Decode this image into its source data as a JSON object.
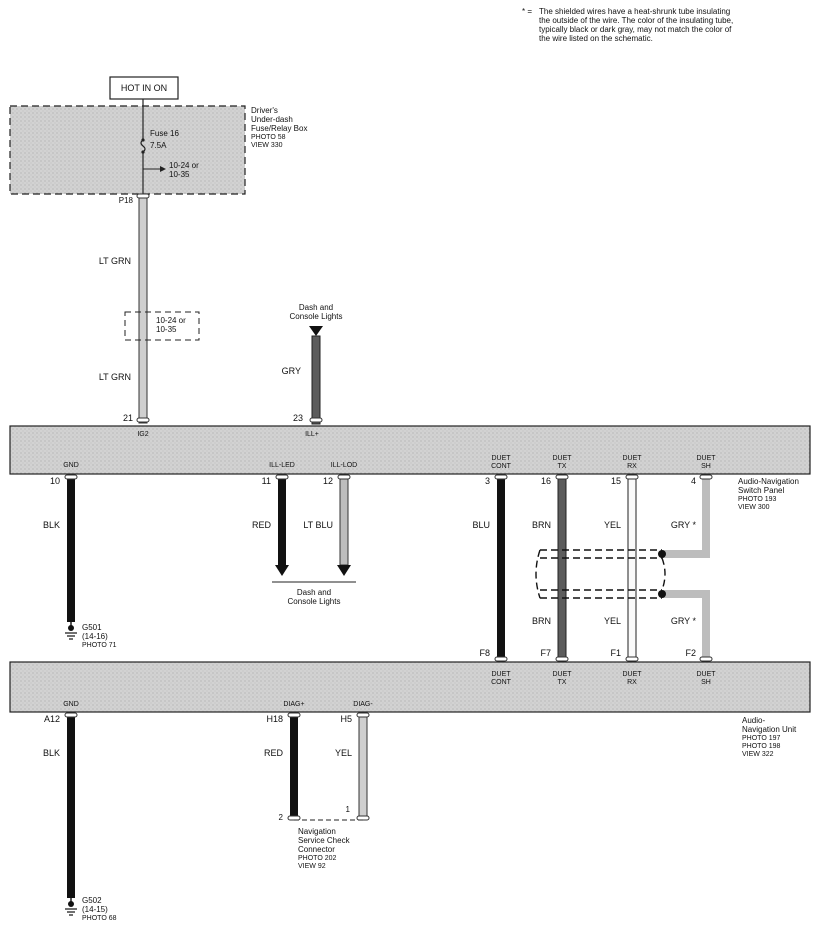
{
  "note": {
    "marker": "* =",
    "lines": [
      "The shielded wires have a heat-shrunk tube insulating",
      "the outside of the wire. The color of the insulating tube,",
      "typically black or dark gray, may not match the color of",
      "the wire listed on the schematic."
    ]
  },
  "power_source": {
    "label": "HOT IN ON"
  },
  "fuse_box": {
    "name_lines": [
      "Driver's",
      "Under-dash",
      "Fuse/Relay Box"
    ],
    "photo": "PHOTO 58",
    "view": "VIEW 330",
    "fuse_name": "Fuse 16",
    "fuse_rating": "7.5A",
    "branch_lines": [
      "10-24 or",
      "10-35"
    ],
    "terminal": "P18"
  },
  "ig_wire": {
    "color_upper": "LT GRN",
    "color_lower": "LT GRN",
    "splice_lines": [
      "10-24 or",
      "10-35"
    ]
  },
  "dash_lights_top": {
    "name_lines": [
      "Dash and",
      "Console Lights"
    ],
    "wire_color": "GRY"
  },
  "switch_panel": {
    "name_lines": [
      "Audio-Navigation",
      "Switch Panel"
    ],
    "photo": "PHOTO 193",
    "view": "VIEW 300",
    "top_pins": [
      {
        "pin": "21",
        "label": "IG2"
      },
      {
        "pin": "23",
        "label": "ILL+"
      }
    ],
    "bottom_pins": [
      {
        "pin": "10",
        "label_lines": [
          "GND"
        ],
        "color": "BLK"
      },
      {
        "pin": "11",
        "label_lines": [
          "ILL-LED"
        ],
        "color": "RED"
      },
      {
        "pin": "12",
        "label_lines": [
          "ILL-LOD"
        ],
        "color": "LT BLU"
      },
      {
        "pin": "3",
        "label_lines": [
          "DUET",
          "CONT"
        ],
        "color": "BLU"
      },
      {
        "pin": "16",
        "label_lines": [
          "DUET",
          "TX"
        ],
        "color": "BRN"
      },
      {
        "pin": "15",
        "label_lines": [
          "DUET",
          "RX"
        ],
        "color": "YEL"
      },
      {
        "pin": "4",
        "label_lines": [
          "DUET",
          "SH"
        ],
        "color": "GRY *"
      }
    ]
  },
  "dash_lights_bottom": {
    "name_lines": [
      "Dash and",
      "Console Lights"
    ]
  },
  "ground_g501": {
    "name": "G501",
    "range": "(14-16)",
    "photo": "PHOTO 71"
  },
  "nav_unit": {
    "name_lines": [
      "Audio-",
      "Navigation Unit"
    ],
    "photos": [
      "PHOTO 197",
      "PHOTO 198"
    ],
    "view": "VIEW 322",
    "top_pins": [
      {
        "pin": "F8",
        "label_lines": [
          "DUET",
          "CONT"
        ]
      },
      {
        "pin": "F7",
        "label_lines": [
          "DUET",
          "TX"
        ],
        "color": "BRN"
      },
      {
        "pin": "F1",
        "label_lines": [
          "DUET",
          "RX"
        ],
        "color": "YEL"
      },
      {
        "pin": "F2",
        "label_lines": [
          "DUET",
          "SH"
        ],
        "color": "GRY *"
      }
    ],
    "bottom_pins": [
      {
        "pin": "A12",
        "label": "GND",
        "color": "BLK"
      },
      {
        "pin": "H18",
        "label": "DIAG+",
        "color": "RED"
      },
      {
        "pin": "H5",
        "label": "DIAG-",
        "color": "YEL"
      }
    ]
  },
  "ground_g502": {
    "name": "G502",
    "range": "(14-15)",
    "photo": "PHOTO 68"
  },
  "check_connector": {
    "name_lines": [
      "Navigation",
      "Service Check",
      "Connector"
    ],
    "photo": "PHOTO 202",
    "view": "VIEW 92",
    "pins": [
      "2",
      "1"
    ]
  },
  "colors": {
    "panel_fill": "#d4d4d4",
    "wire_black": "#111111",
    "wire_dark_gray": "#5c5c5c",
    "wire_light_gray": "#cfcfcf",
    "outline": "#222222"
  }
}
